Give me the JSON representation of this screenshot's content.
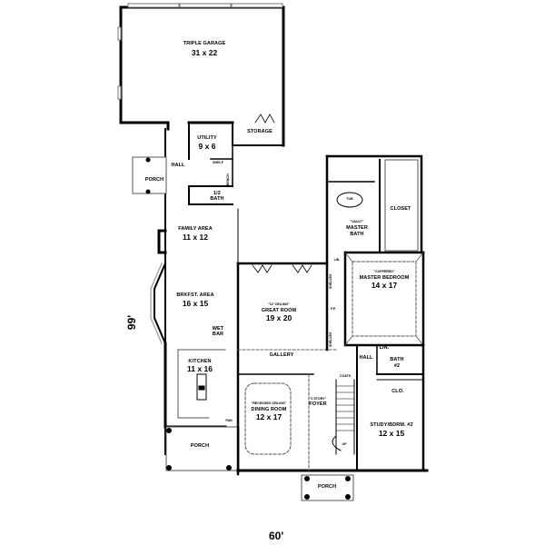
{
  "plan": {
    "overall_dimensions": {
      "width_label": "60'",
      "depth_label": "99'"
    },
    "rooms": {
      "garage": {
        "name": "TRIPLE GARAGE",
        "size": "31 x 22"
      },
      "storage": {
        "name": "STORAGE"
      },
      "utility": {
        "name": "UTILITY",
        "size": "9 x 6"
      },
      "hall_left": {
        "name": "HALL"
      },
      "porch_side": {
        "name": "PORCH"
      },
      "half_bath": {
        "name": "1/2",
        "name2": "BATH"
      },
      "bench": {
        "name": "BENCH"
      },
      "mud_shelf": {
        "name": "SHELF"
      },
      "family": {
        "name": "FAMILY AREA",
        "size": "11 x 12"
      },
      "breakfast": {
        "name": "BRKFST. AREA",
        "size": "16 x 15"
      },
      "wet_bar": {
        "name": "WET",
        "name2": "BAR"
      },
      "great_room": {
        "note": "\"12' CEILING\"",
        "name": "GREAT ROOM",
        "size": "19 x 20"
      },
      "gallery": {
        "name": "GALLERY"
      },
      "kitchen": {
        "name": "KITCHEN",
        "size": "11 x 16"
      },
      "pantry": {
        "name": "PAN"
      },
      "porch_rear": {
        "name": "PORCH"
      },
      "dining": {
        "note": "\"RECESSED CEILING\"",
        "name": "DINING ROOM",
        "size": "12 x 17"
      },
      "foyer": {
        "note": "\"2 STORY\"",
        "name": "FOYER"
      },
      "coats": {
        "name": "COATS"
      },
      "stair_up": {
        "name": "UP"
      },
      "porch_front": {
        "name": "PORCH"
      },
      "master_bath": {
        "note": "\"VAULT\"",
        "name": "MASTER",
        "name2": "BATH"
      },
      "tub": {
        "name": "TUB"
      },
      "closet": {
        "name": "CLOSET"
      },
      "linen_upper": {
        "name": "LIN."
      },
      "master_bedroom": {
        "note": "\"COFFERED\"",
        "name": "MASTER BEDROOM",
        "size": "14 x 17"
      },
      "shelves_top": {
        "name": "SHELVES"
      },
      "shelves_bottom": {
        "name": "SHELVES"
      },
      "fireplace": {
        "name": "F.P."
      },
      "hall_right": {
        "name": "HALL"
      },
      "linen_lower": {
        "name": "LIN."
      },
      "bath2": {
        "name": "BATH",
        "name2": "#2"
      },
      "clo": {
        "name": "CLO."
      },
      "study": {
        "name": "STUDY/BDRM. #2",
        "size": "12 x 15"
      }
    },
    "colors": {
      "wall": "#000000",
      "background": "#ffffff",
      "dashed": "#555555",
      "window": "#888888"
    }
  }
}
